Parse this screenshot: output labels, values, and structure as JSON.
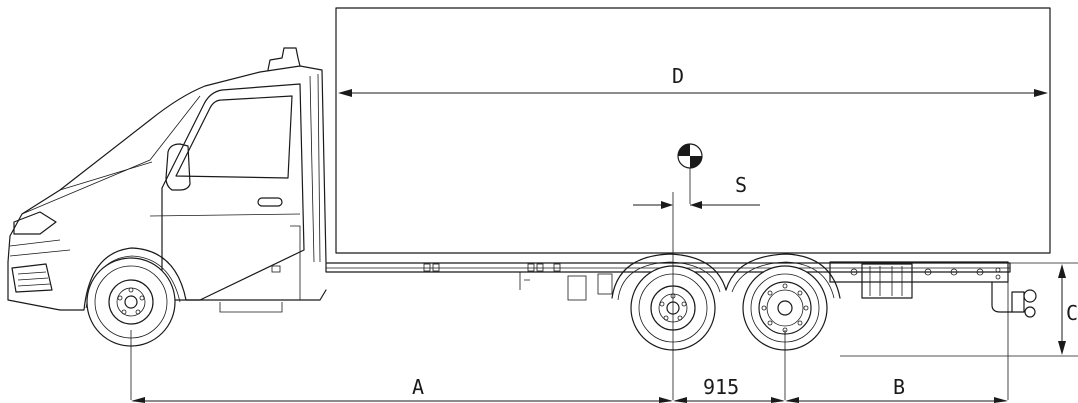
{
  "labels": {
    "cargo_length": "D",
    "center_of_gravity_offset": "S",
    "wheelbase": "A",
    "tandem_spacing": "915",
    "rear_overhang": "B",
    "frame_height": "C"
  },
  "colors": {
    "line": "#1a1a1a",
    "background": "#ffffff"
  }
}
